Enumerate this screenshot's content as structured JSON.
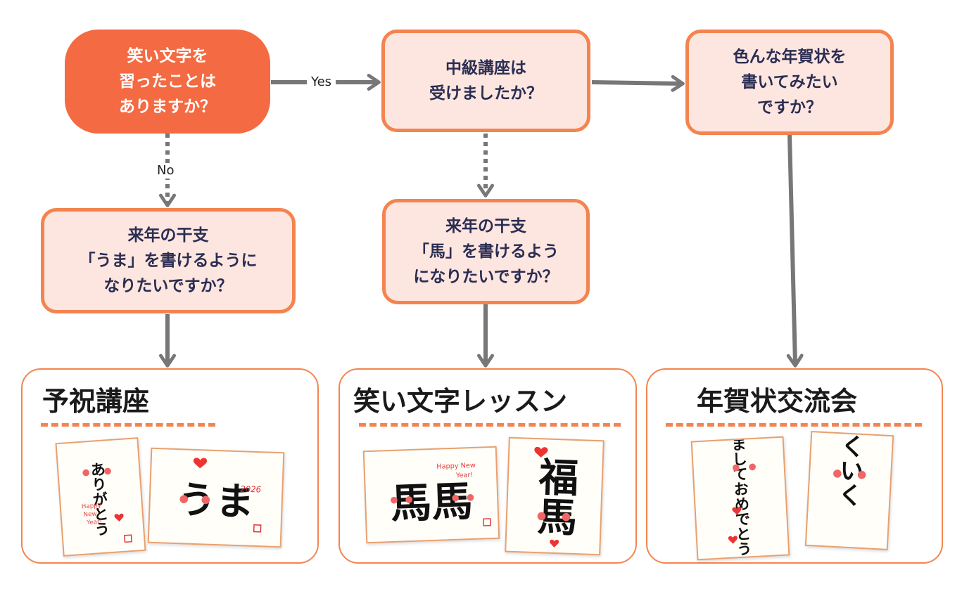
{
  "flow": {
    "start": {
      "lines": [
        "笑い文字を",
        "習ったことは",
        "ありますか？"
      ]
    },
    "q_intermediate": {
      "lines": [
        "中級講座は",
        "受けましたか？"
      ]
    },
    "q_greeting": {
      "lines": [
        "色んな年賀状を",
        "書いてみたい",
        "ですか？"
      ]
    },
    "q_zodiac_no": {
      "lines": [
        "来年の干支",
        "「うま」を書けるように",
        "なりたいですか？"
      ]
    },
    "q_zodiac_yes": {
      "lines": [
        "来年の干支",
        "「馬」を書けるよう",
        "になりたいですか？"
      ]
    },
    "labels": {
      "yes": "Yes",
      "no": "No"
    }
  },
  "destinations": [
    {
      "title": "予祝講座"
    },
    {
      "title": "笑い文字レッスン"
    },
    {
      "title": "年賀状交流会"
    }
  ],
  "cards": {
    "arigatou": {
      "text": "ありがとう",
      "greeting": [
        "Happy",
        "New",
        "Year!"
      ]
    },
    "uma_hira": {
      "text": "うま",
      "year": "2026"
    },
    "uma_kanji_card": {
      "text": "馬馬",
      "greeting": [
        "Happy New",
        "Year!"
      ]
    },
    "fukuuma": {
      "text": "福馬"
    },
    "akemashite": {
      "text": "あけましておめでとう"
    },
    "umaku_iku": {
      "text": "馬くいく"
    }
  },
  "colors": {
    "accent": "#f4844f",
    "start_fill": "#f46a42",
    "question_fill": "#fde6e0",
    "text_navy": "#2b2d52",
    "arrow": "#777777"
  }
}
